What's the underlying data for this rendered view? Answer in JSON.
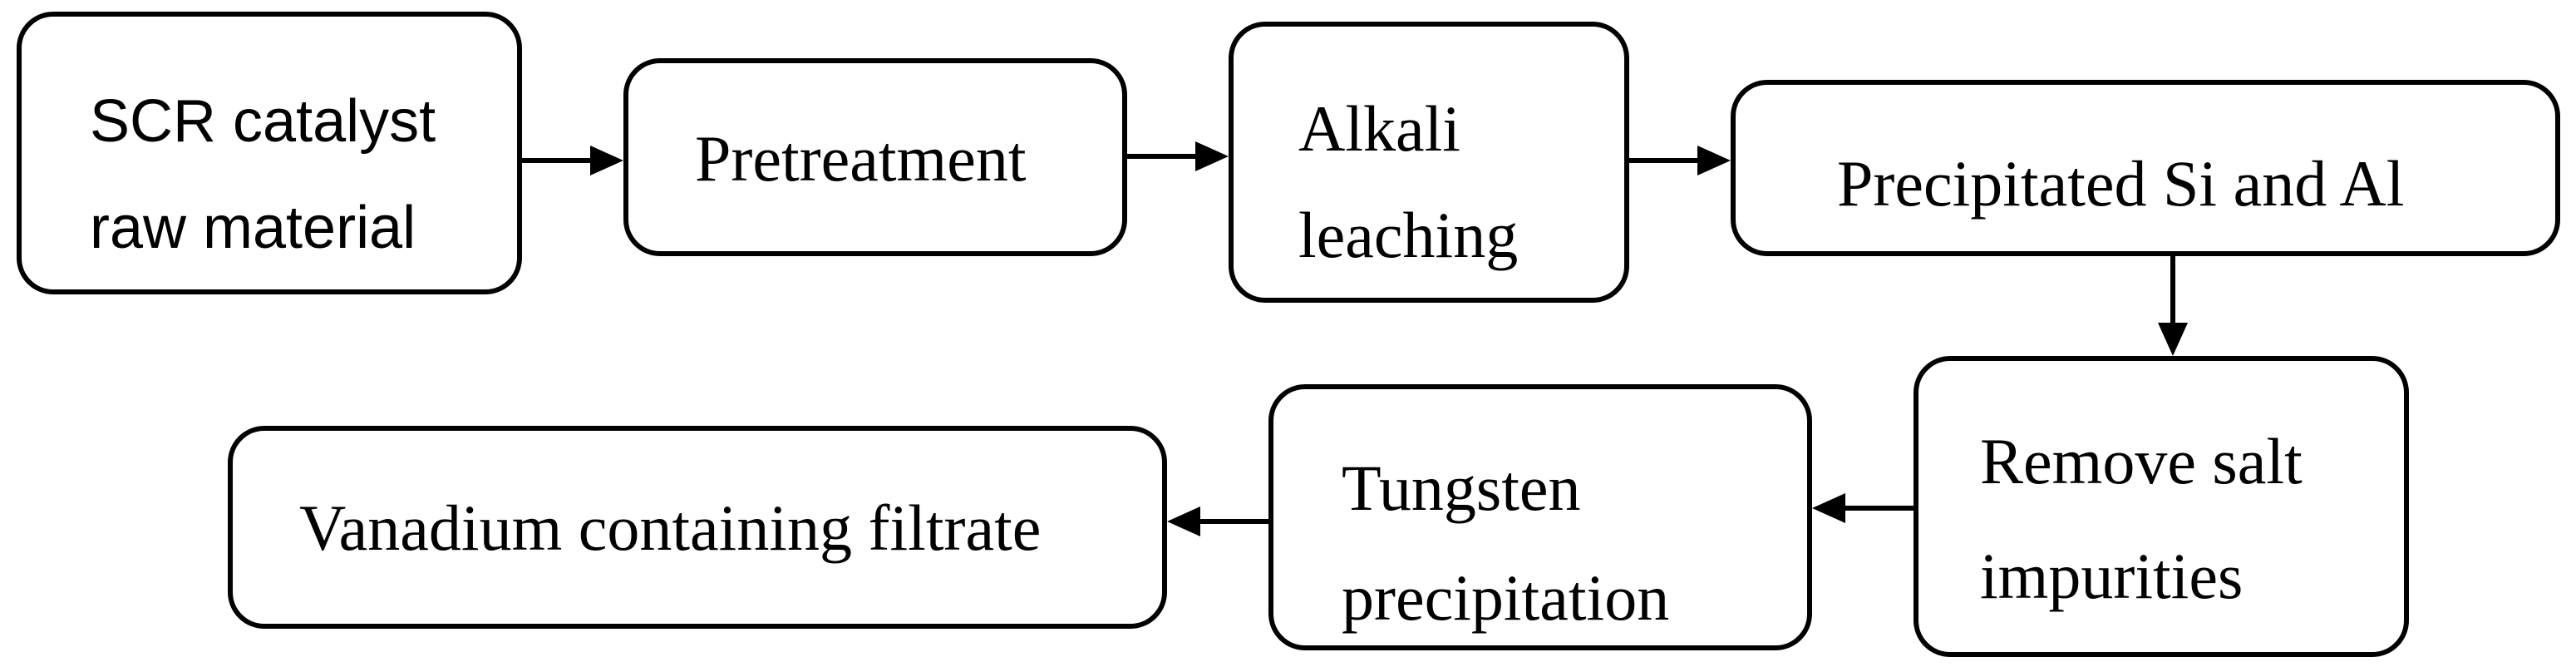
{
  "steps": [
    {
      "id": "scr-raw",
      "lines": [
        "SCR catalyst",
        "raw material"
      ]
    },
    {
      "id": "pretreatment",
      "lines": [
        "Pretreatment"
      ]
    },
    {
      "id": "alkali-leaching",
      "lines": [
        "Alkali",
        "leaching"
      ]
    },
    {
      "id": "precipitated-si-al",
      "lines": [
        "Precipitated Si and Al"
      ]
    },
    {
      "id": "remove-salt",
      "lines": [
        "Remove salt",
        "impurities"
      ]
    },
    {
      "id": "tungsten",
      "lines": [
        "Tungsten",
        "precipitation"
      ]
    },
    {
      "id": "vanadium",
      "lines": [
        "Vanadium containing filtrate"
      ]
    }
  ]
}
